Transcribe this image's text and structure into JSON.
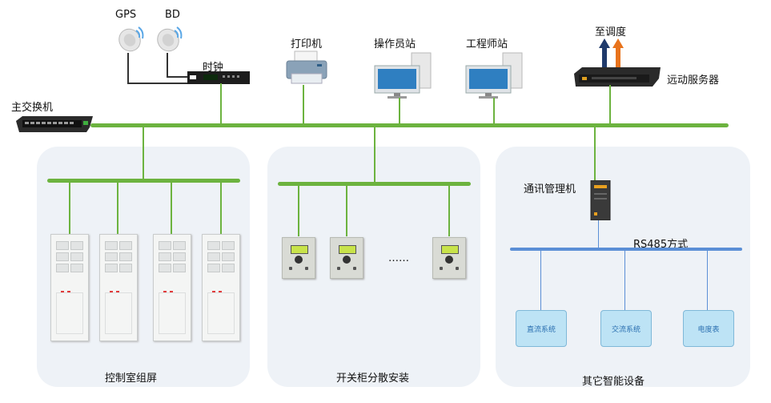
{
  "labels": {
    "gps": "GPS",
    "bd": "BD",
    "clock": "时钟",
    "printer": "打印机",
    "operator": "操作员站",
    "engineer": "工程师站",
    "dispatch": "至调度",
    "remote": "远动服务器",
    "switch": "主交换机",
    "comm_mgr": "通讯管理机",
    "rs485": "RS485方式",
    "ellipsis": "……"
  },
  "panels": {
    "control_room": "控制室组屏",
    "switchgear": "开关柜分散安装",
    "other": "其它智能设备"
  },
  "devices": {
    "dc": "直流系统",
    "ac": "交流系统",
    "meter": "电度表"
  },
  "colors": {
    "bus_green": "#6cb33f",
    "rs485_blue": "#5b8fd6",
    "panel_bg": "#eef2f7",
    "arrow_dark": "#1f3a6b",
    "arrow_orange": "#e8731c"
  }
}
